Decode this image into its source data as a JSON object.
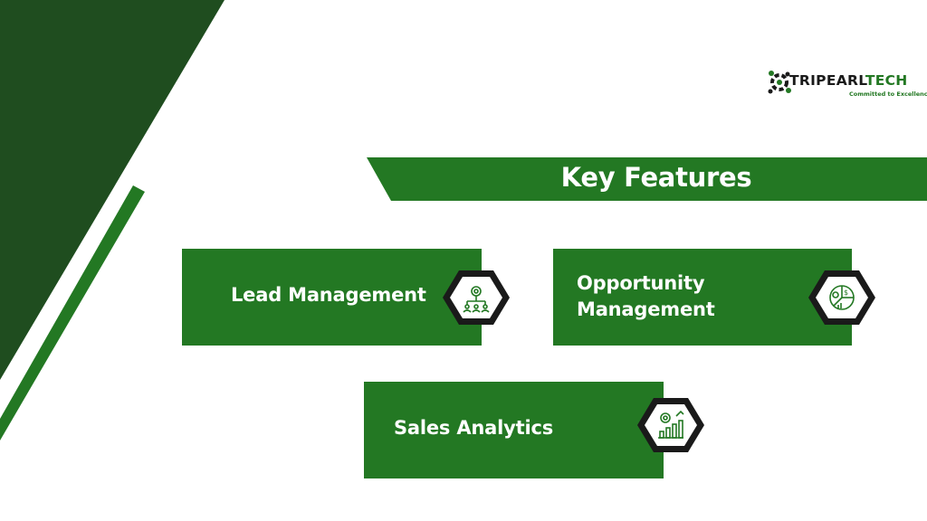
{
  "logo": {
    "brand_part1": "TRIPEARL",
    "brand_part2": "TECH",
    "tagline": "Committed to Excellence"
  },
  "title": "Key Features",
  "features": [
    {
      "label": "Lead Management",
      "icon": "team-network-gear-icon"
    },
    {
      "label_line1": "Opportunity",
      "label_line2": "Management",
      "icon": "pie-chart-dollar-icon"
    },
    {
      "label": "Sales Analytics",
      "icon": "gear-bar-chart-icon"
    }
  ],
  "colors": {
    "dark_green": "#1f4d1f",
    "green": "#237823",
    "black": "#1a1a1a",
    "white": "#ffffff"
  }
}
